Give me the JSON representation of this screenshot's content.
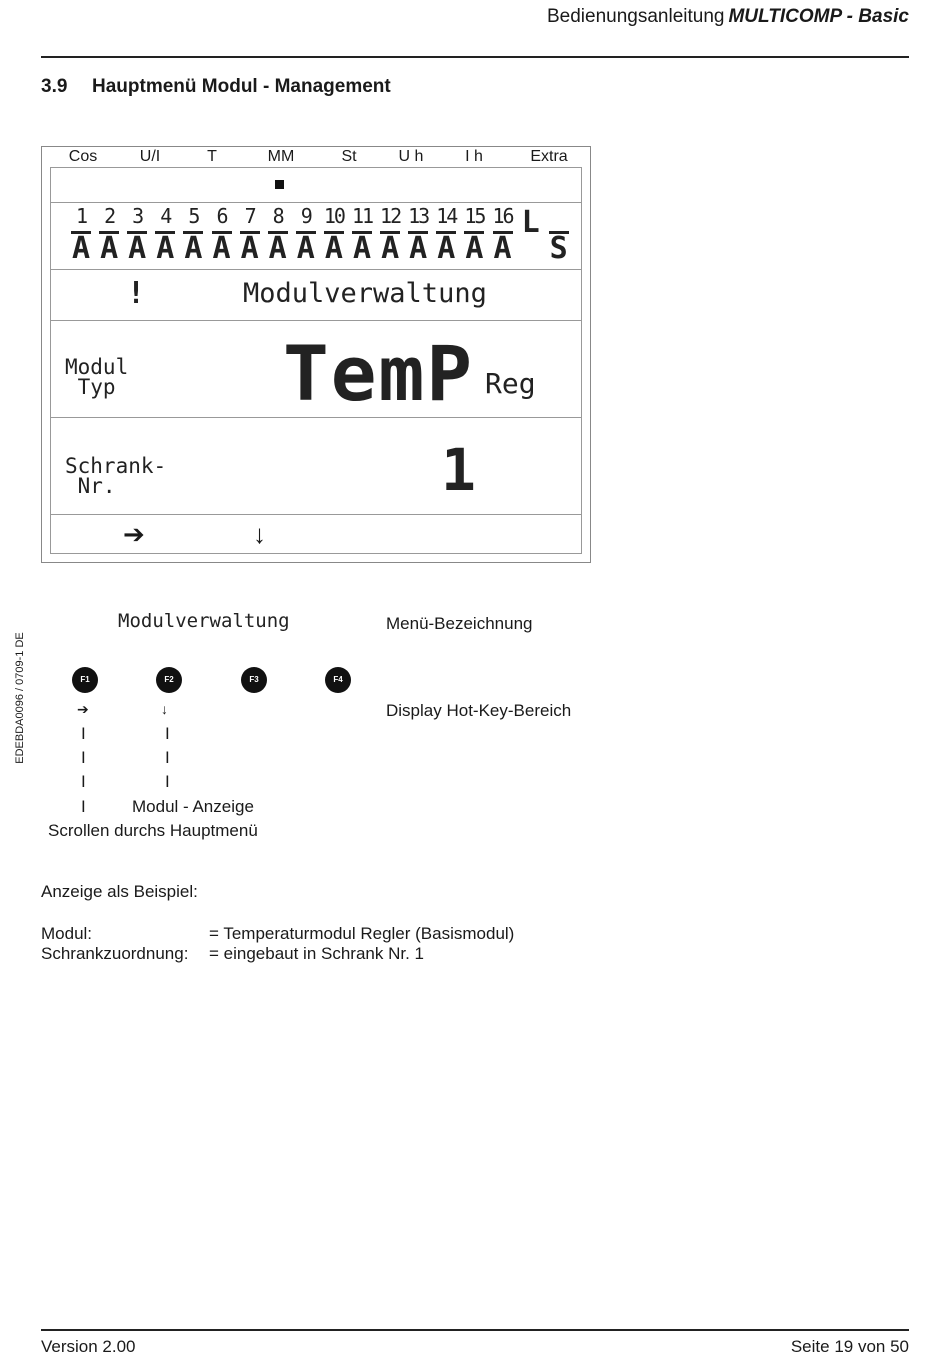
{
  "header": {
    "title": "Bedienungsanleitung",
    "brand": "MULTICOMP - Basic"
  },
  "section": {
    "number": "3.9",
    "title": "Hauptmenü Modul - Management"
  },
  "lcd": {
    "tabs": [
      "Cos",
      "U/I",
      "T",
      "MM",
      "St",
      "U h",
      "I h",
      "Extra"
    ],
    "modules": [
      {
        "num": "1",
        "letter": "A"
      },
      {
        "num": "2",
        "letter": "A"
      },
      {
        "num": "3",
        "letter": "A"
      },
      {
        "num": "4",
        "letter": "A"
      },
      {
        "num": "5",
        "letter": "A"
      },
      {
        "num": "6",
        "letter": "A"
      },
      {
        "num": "7",
        "letter": "A"
      },
      {
        "num": "8",
        "letter": "A"
      },
      {
        "num": "9",
        "letter": "A"
      },
      {
        "num": "10",
        "letter": "A"
      },
      {
        "num": "11",
        "letter": "A"
      },
      {
        "num": "12",
        "letter": "A"
      },
      {
        "num": "13",
        "letter": "A"
      },
      {
        "num": "14",
        "letter": "A"
      },
      {
        "num": "15",
        "letter": "A"
      },
      {
        "num": "16",
        "letter": "A"
      },
      {
        "num": "",
        "letter": "L"
      },
      {
        "num": "",
        "letter": "S"
      }
    ],
    "warning": "!",
    "menu_name": "Modulverwaltung",
    "module_label": "Modul\n Typ",
    "module_type": "TemP",
    "module_type_sub": "Reg",
    "cabinet_label": "Schrank-\n Nr.",
    "cabinet_number": "1",
    "hotkeys": [
      "➔",
      "↓"
    ]
  },
  "legend": {
    "menu_name_lcd": "Modulverwaltung",
    "menu_label": "Menü-Bezeichnung",
    "fkeys": [
      "F1",
      "F2",
      "F3",
      "F4"
    ],
    "hotkey_label": "Display Hot-Key-Bereich",
    "arrow_f1": "➔",
    "arrow_f2": "↓",
    "bar": "I",
    "f2_desc": "Modul - Anzeige",
    "f1_desc": "Scrollen durchs Hauptmenü"
  },
  "side_code": "EDEBDA0096 / 0709-1 DE",
  "example": {
    "heading": "Anzeige als Beispiel:",
    "rows": [
      {
        "key": "Modul:",
        "value": "= Temperaturmodul Regler (Basismodul)"
      },
      {
        "key": "Schrankzuordnung:",
        "value": "= eingebaut in Schrank Nr. 1"
      }
    ]
  },
  "footer": {
    "version": "Version 2.00",
    "page": "Seite 19 von 50"
  }
}
